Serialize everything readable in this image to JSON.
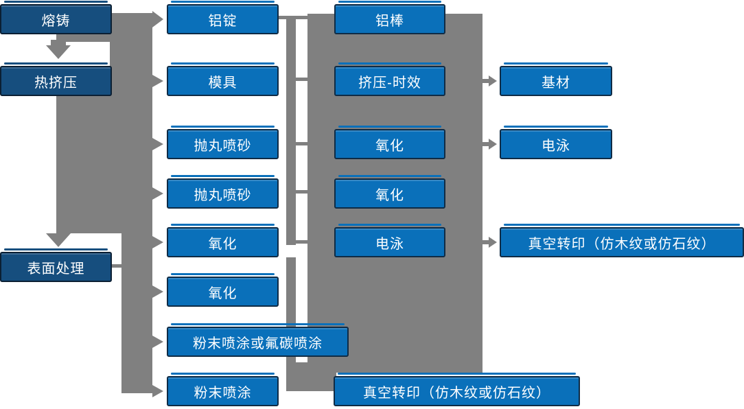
{
  "diagram": {
    "type": "process-flowchart",
    "language": "zh-CN",
    "nodes": [
      {
        "id": "rongzhu",
        "label": "熔铸",
        "style": "dark"
      },
      {
        "id": "rejiya",
        "label": "热挤压",
        "style": "dark"
      },
      {
        "id": "biaomianchuli",
        "label": "表面处理",
        "style": "dark"
      },
      {
        "id": "lvding",
        "label": "铝锭",
        "style": "bright"
      },
      {
        "id": "muju",
        "label": "模具",
        "style": "bright"
      },
      {
        "id": "paowanpensha-1",
        "label": "抛丸喷砂",
        "style": "bright"
      },
      {
        "id": "paowanpensha-2",
        "label": "抛丸喷砂",
        "style": "bright"
      },
      {
        "id": "yanghua-c2-1",
        "label": "氧化",
        "style": "bright"
      },
      {
        "id": "yanghua-c2-2",
        "label": "氧化",
        "style": "bright"
      },
      {
        "id": "fenmo-futan-pentu",
        "label": "粉末喷涂或氟碳喷涂",
        "style": "bright"
      },
      {
        "id": "fenmopentu",
        "label": "粉末喷涂",
        "style": "bright"
      },
      {
        "id": "lvbang",
        "label": "铝棒",
        "style": "bright"
      },
      {
        "id": "jiya-shixiao",
        "label": "挤压-时效",
        "style": "bright"
      },
      {
        "id": "yanghua-c3-1",
        "label": "氧化",
        "style": "bright"
      },
      {
        "id": "yanghua-c3-2",
        "label": "氧化",
        "style": "bright"
      },
      {
        "id": "dianyong-c3",
        "label": "电泳",
        "style": "bright"
      },
      {
        "id": "zhenkongzhuanyin-1",
        "label": "真空转印（仿木纹或仿石纹）",
        "style": "bright"
      },
      {
        "id": "jicai",
        "label": "基材",
        "style": "bright"
      },
      {
        "id": "dianyong-c4",
        "label": "电泳",
        "style": "bright"
      },
      {
        "id": "zhenkongzhuanyin-2",
        "label": "真空转印（仿木纹或仿石纹）",
        "style": "bright"
      }
    ],
    "edges": [
      {
        "from": "熔铸",
        "to": "铝锭"
      },
      {
        "from": "熔铸",
        "to": "热挤压"
      },
      {
        "from": "热挤压",
        "to": "模具"
      },
      {
        "from": "热挤压",
        "to": "抛丸喷砂"
      },
      {
        "from": "热挤压",
        "to": "抛丸喷砂"
      },
      {
        "from": "热挤压",
        "to": "表面处理"
      },
      {
        "from": "表面处理",
        "to": "氧化"
      },
      {
        "from": "表面处理",
        "to": "氧化"
      },
      {
        "from": "表面处理",
        "to": "粉末喷涂或氟碳喷涂"
      },
      {
        "from": "表面处理",
        "to": "粉末喷涂"
      },
      {
        "from": "铝锭",
        "to": "铝棒"
      },
      {
        "from": "模具",
        "to": "挤压-时效"
      },
      {
        "from": "抛丸喷砂",
        "to": "氧化"
      },
      {
        "from": "抛丸喷砂",
        "to": "氧化"
      },
      {
        "from": "氧化",
        "to": "电泳"
      },
      {
        "from": "粉末喷涂",
        "to": "真空转印（仿木纹或仿石纹）"
      },
      {
        "from": "挤压-时效",
        "to": "基材"
      },
      {
        "from": "氧化",
        "to": "电泳"
      },
      {
        "from": "电泳",
        "to": "真空转印（仿木纹或仿石纹）"
      }
    ]
  },
  "colors": {
    "node_dark_fill": "#164E7E",
    "node_bright_fill": "#0A70BA",
    "node_border": "#0F2B45",
    "connector_gray": "#808080",
    "text": "#FFFFFF",
    "background": "#FFFFFF"
  }
}
